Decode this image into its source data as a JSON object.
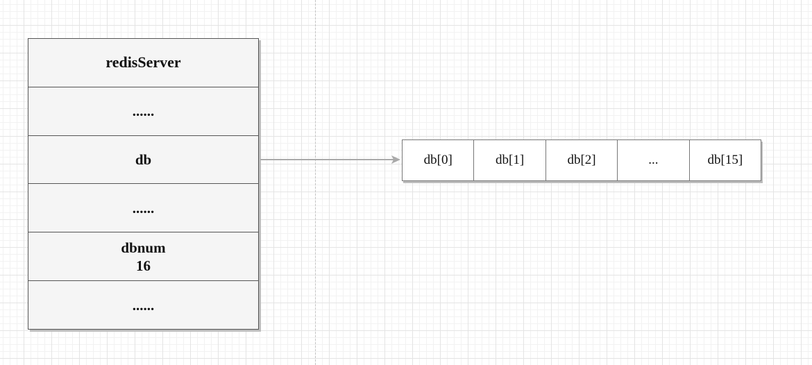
{
  "server": {
    "fields": [
      {
        "lines": [
          "redisServer"
        ]
      },
      {
        "lines": [
          "......"
        ]
      },
      {
        "lines": [
          "db"
        ]
      },
      {
        "lines": [
          "......"
        ]
      },
      {
        "lines": [
          "dbnum",
          "16"
        ]
      },
      {
        "lines": [
          "......"
        ]
      }
    ]
  },
  "db_array": {
    "cells": [
      "db[0]",
      "db[1]",
      "db[2]",
      "...",
      "db[15]"
    ]
  },
  "colors": {
    "box_fill": "#f5f5f5",
    "border": "#555555",
    "arrow": "#aaaaaa",
    "divider": "#c4c4c4"
  }
}
